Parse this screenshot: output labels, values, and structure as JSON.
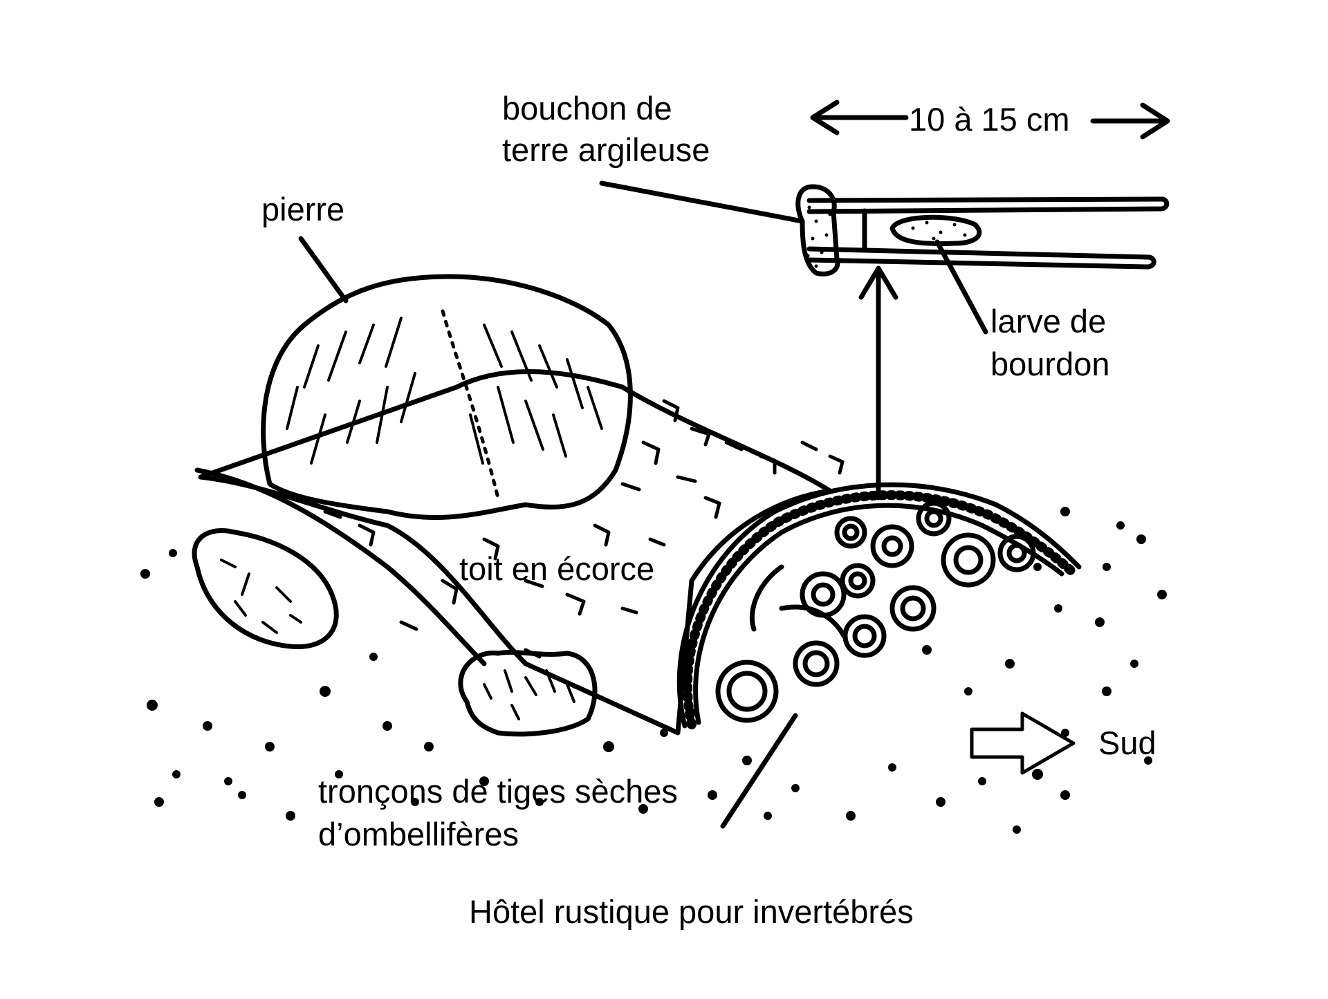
{
  "labels": {
    "pierre": "pierre",
    "bouchon_line1": "bouchon de",
    "bouchon_line2": "terre argileuse",
    "dimension": "10 à 15 cm",
    "larve_line1": "larve de",
    "larve_line2": "bourdon",
    "toit": "toit en écorce",
    "troncons_line1": "tronçons de tiges sèches",
    "troncons_line2": "d’ombellifères",
    "sud": "Sud",
    "caption": "Hôtel rustique pour invertébrés"
  },
  "colors": {
    "ink": "#000000",
    "paper": "#ffffff"
  }
}
